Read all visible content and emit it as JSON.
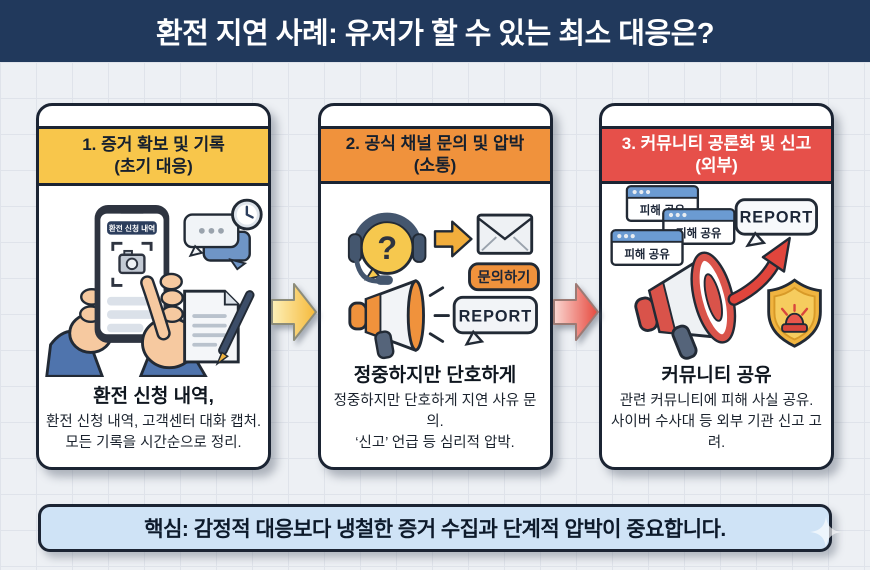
{
  "title": "환전 지연 사례: 유저가 할 수 있는 최소 대응은?",
  "colors": {
    "banner_bg": "#21395c",
    "background": "#edf0f4",
    "grid_line": "#dfe3ea",
    "card_border": "#1b2433",
    "step1_header_bg": "#f8c64b",
    "step2_header_bg": "#f0923c",
    "step3_header_bg": "#e6504a",
    "arrow1_color": "#f5b93a",
    "arrow2_color": "#e6483d",
    "footer_bg": "#cfe3f6"
  },
  "steps": [
    {
      "header_line1": "1. 증거 확보 및 기록",
      "header_line2": "(초기 대응)",
      "phone_screen_label": "환전 신청 내역",
      "body_title": "환전 신청 내역,",
      "body_line1": "환전 신청 내역, 고객센터 대화 캡처.",
      "body_line2": "모든 기록을 시간순으로 정리."
    },
    {
      "header_line1": "2. 공식 채널 문의 및 압박",
      "header_line2": "(소통)",
      "question_mark": "?",
      "inquiry_button_label": "문의하기",
      "report_label": "REPORT",
      "body_title": "정중하지만 단호하게",
      "body_line1": "정중하지만 단호하게 지연 사유 문의.",
      "body_line2": "‘신고’ 언급 등 심리적 압박."
    },
    {
      "header_line1": "3. 커뮤니티 공론화 및 신고",
      "header_line2": "(외부)",
      "window_label": "피해 공유",
      "report_label": "REPORT",
      "body_title": "커뮤니티 공유",
      "body_line1": "관련 커뮤니티에 피해 사실 공유.",
      "body_line2": "사이버 수사대 등 외부 기관 신고 고려."
    }
  ],
  "footer": "핵심: 감정적 대응보다 냉철한 증거 수집과 단계적 압박이 중요합니다."
}
